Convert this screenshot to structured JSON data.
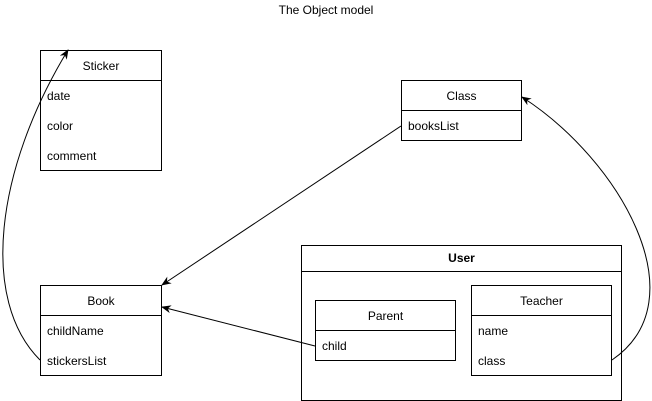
{
  "title": "The Object model",
  "classes": {
    "sticker": {
      "name": "Sticker",
      "attrs": [
        "date",
        "color",
        "comment"
      ]
    },
    "class": {
      "name": "Class",
      "attrs": [
        "booksList"
      ]
    },
    "book": {
      "name": "Book",
      "attrs": [
        "childName",
        "stickersList"
      ]
    },
    "user": {
      "name": "User"
    },
    "parent": {
      "name": "Parent",
      "attrs": [
        "child"
      ]
    },
    "teacher": {
      "name": "Teacher",
      "attrs": [
        "name",
        "class"
      ]
    }
  },
  "colors": {
    "stroke": "#000000",
    "fill": "#ffffff"
  }
}
